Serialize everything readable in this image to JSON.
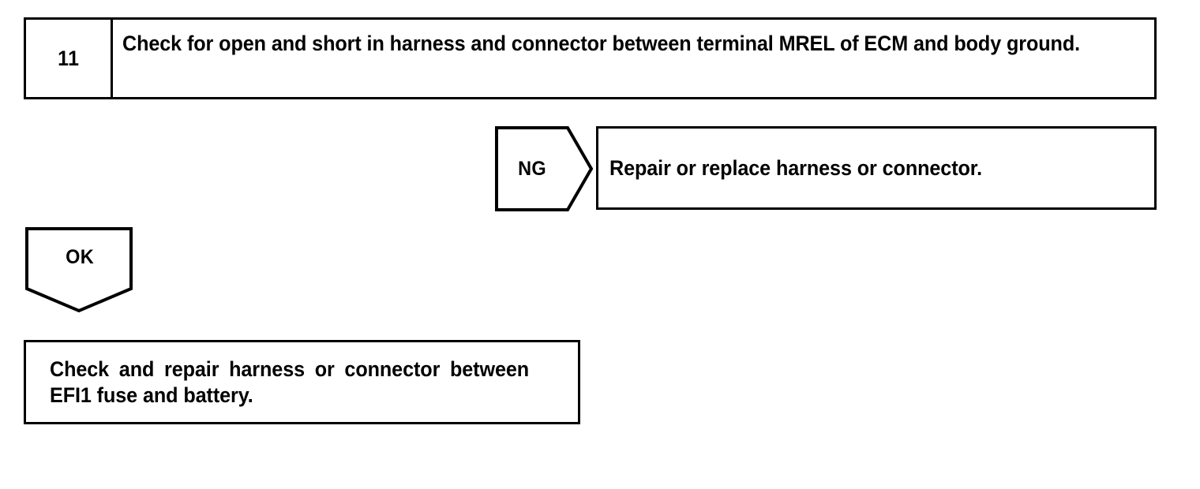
{
  "diagram": {
    "type": "troubleshooting-flowchart",
    "background_color": "#ffffff",
    "line_color": "#000000",
    "step": {
      "number": "11",
      "instruction": "Check for open and short in harness and connector between terminal MREL of ECM and body ground."
    },
    "branches": [
      {
        "tag": "NG",
        "direction": "right",
        "outcome": "Repair or replace harness or connector."
      },
      {
        "tag": "OK",
        "direction": "down",
        "outcome_line_1": "Check and repair harness or connector be-",
        "outcome_line_2": "tween EFI1 fuse and battery.",
        "outcome": "Check and repair harness or connector between EFI1 fuse and battery."
      }
    ]
  }
}
